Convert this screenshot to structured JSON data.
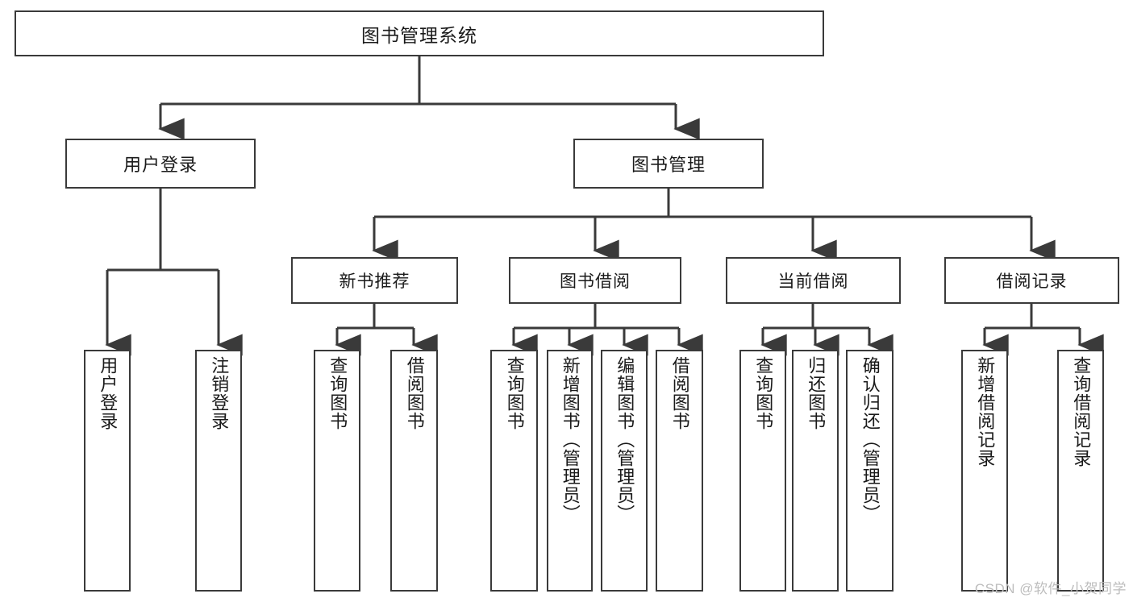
{
  "diagram": {
    "title": "图书管理系统",
    "type": "tree-hierarchy-diagram",
    "colors": {
      "box_border": "#3a3a3a",
      "box_fill": "#ffffff",
      "edge": "#3a3a3a",
      "text": "#1a1a1a",
      "watermark": "#bdbdbd"
    },
    "root": {
      "label": "图书管理系统"
    },
    "level2": [
      {
        "label": "用户登录"
      },
      {
        "label": "图书管理"
      }
    ],
    "level3": [
      {
        "label": "新书推荐"
      },
      {
        "label": "图书借阅"
      },
      {
        "label": "当前借阅"
      },
      {
        "label": "借阅记录"
      }
    ],
    "leaves": {
      "user_login": [
        {
          "label": "用户登录"
        },
        {
          "label": "注销登录"
        }
      ],
      "new_book_recommend": [
        {
          "label": "查询图书"
        },
        {
          "label": "借阅图书"
        }
      ],
      "book_borrow": [
        {
          "label": "查询图书"
        },
        {
          "label": "新增图书（管理员）"
        },
        {
          "label": "编辑图书（管理员）"
        },
        {
          "label": "借阅图书"
        }
      ],
      "current_borrow": [
        {
          "label": "查询图书"
        },
        {
          "label": "归还图书"
        },
        {
          "label": "确认归还（管理员）"
        }
      ],
      "borrow_record": [
        {
          "label": "新增借阅记录"
        },
        {
          "label": "查询借阅记录"
        }
      ]
    }
  },
  "watermark": {
    "text": "CSDN @软件_小贺同学"
  }
}
